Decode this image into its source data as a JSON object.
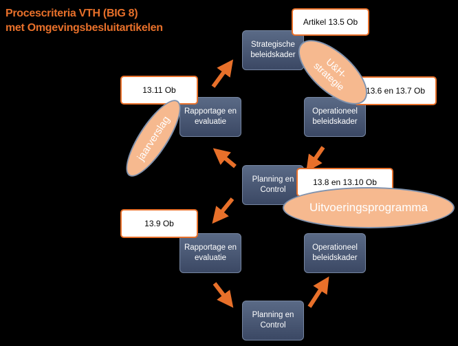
{
  "title": {
    "line1": "Procescriteria VTH (BIG 8)",
    "line2": "met Omgevingsbesluitartikelen"
  },
  "boxes": {
    "strategisch": "Strategische beleidskader",
    "rapportage_top": "Rapportage en evaluatie",
    "operationeel_top": "Operationeel beleidskader",
    "planning_top": "Planning en Control",
    "rapportage_bottom": "Rapportage en evaluatie",
    "operationeel_bottom": "Operationeel beleidskader",
    "planning_bottom": "Planning en Control"
  },
  "labels": {
    "artikel_13_5": "Artikel 13.5 Ob",
    "art_13_11": "13.11 Ob",
    "art_13_6_13_7": "13.6 en 13.7 Ob",
    "art_13_8_13_10": "13.8 en 13.10 Ob",
    "art_13_9": "13.9 Ob"
  },
  "ellipses": {
    "uh_strategie_line1": "U&H-",
    "uh_strategie_line2": "strategie",
    "jaarverslag": "jaarverslag",
    "uitvoeringsprogramma": "Uitvoeringsprogramma"
  },
  "colors": {
    "accent": "#e8702a",
    "box": "#4a5878",
    "ellipse": "#f6b98f"
  }
}
